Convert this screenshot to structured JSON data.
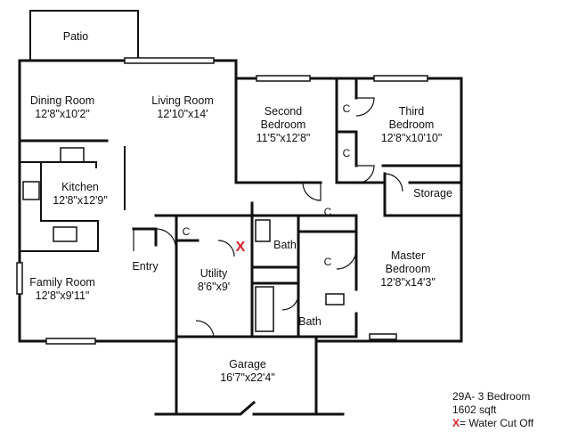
{
  "rooms": {
    "patio": {
      "name": "Patio"
    },
    "dining": {
      "name": "Dining Room",
      "size": "12'8\"x10'2\""
    },
    "living": {
      "name": "Living Room",
      "size": "12'10\"x14'"
    },
    "second": {
      "name1": "Second",
      "name2": "Bedroom",
      "size": "11'5\"x12'8\""
    },
    "third": {
      "name1": "Third",
      "name2": "Bedroom",
      "size": "12'8\"x10'10\""
    },
    "kitchen": {
      "name": "Kitchen",
      "size": "12'8\"x12'9\""
    },
    "storage": {
      "name": "Storage"
    },
    "family": {
      "name": "Family Room",
      "size": "12'8\"x9'11\""
    },
    "entry": {
      "name": "Entry"
    },
    "utility": {
      "name": "Utility",
      "size": "8'6\"x9'"
    },
    "bath1": {
      "name": "Bath"
    },
    "bath2": {
      "name": "Bath"
    },
    "master": {
      "name1": "Master",
      "name2": "Bedroom",
      "size": "12'8\"x14'3\""
    },
    "garage": {
      "name": "Garage",
      "size": "16'7\"x22'4\""
    }
  },
  "closet_label": "C",
  "shutoff_mark": "X",
  "legend": {
    "plan": "29A- 3 Bedroom",
    "area": "1602 sqft",
    "key_mark": "X",
    "key_text": "= Water Cut Off"
  },
  "colors": {
    "line": "#111111",
    "shutoff": "#d4202a"
  }
}
